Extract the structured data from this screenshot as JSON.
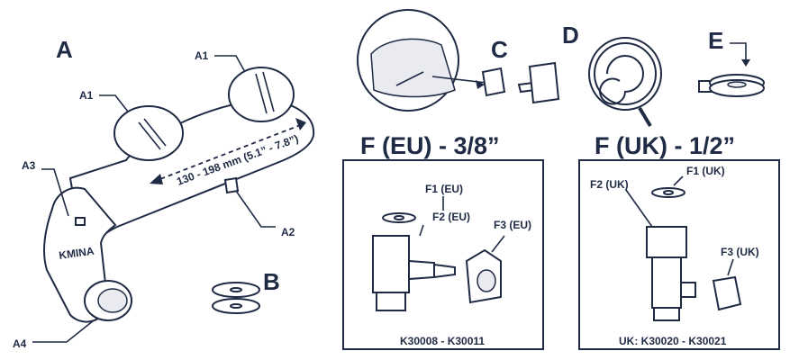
{
  "section_labels": {
    "a": "A",
    "b": "B",
    "c": "C",
    "d": "D",
    "e": "E",
    "f_eu": "F (EU) - 3/8”",
    "f_uk": "F (UK) - 1/2”"
  },
  "callouts": {
    "a1_top": "A1",
    "a1_left": "A1",
    "a2": "A2",
    "a3": "A3",
    "a4": "A4",
    "f1_eu": "F1 (EU)",
    "f2_eu": "F2 (EU)",
    "f3_eu": "F3 (EU)",
    "f1_uk": "F1 (UK)",
    "f2_uk": "F2 (UK)",
    "f3_uk": "F3 (UK)"
  },
  "dimension": "130 - 198 mm (5.1” - 7.8”)",
  "brand": "KMINA",
  "part_numbers": {
    "eu": "K30008 - K30011",
    "uk": "UK: K30020 - K30021"
  },
  "colors": {
    "ink": "#1f2a44",
    "fill": "#e9ebf0",
    "background": "#ffffff"
  }
}
